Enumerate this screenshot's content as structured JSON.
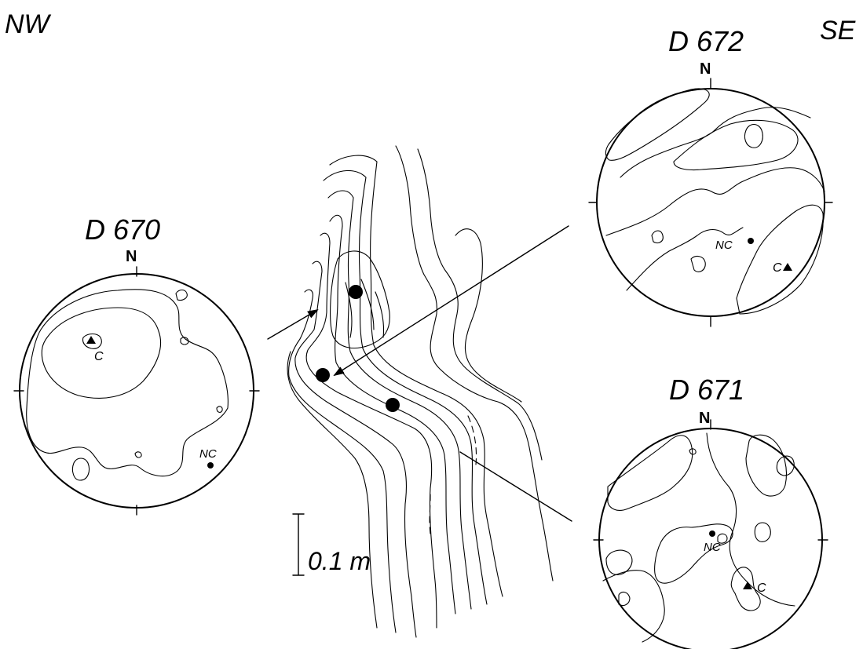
{
  "orientation": {
    "left": "NW",
    "right": "SE"
  },
  "north_label": "N",
  "stereonets": [
    {
      "id": "D 670",
      "label": "D 670",
      "c_label": "C",
      "nc_label": "NC"
    },
    {
      "id": "D 672",
      "label": "D 672",
      "c_label": "C",
      "nc_label": "NC"
    },
    {
      "id": "D 671",
      "label": "D 671",
      "c_label": "C",
      "nc_label": "NC"
    }
  ],
  "scale_bar": {
    "label": "0.1 m"
  },
  "colors": {
    "ink": "#000000",
    "paper": "#ffffff",
    "stipple": "#9a9a9a"
  }
}
